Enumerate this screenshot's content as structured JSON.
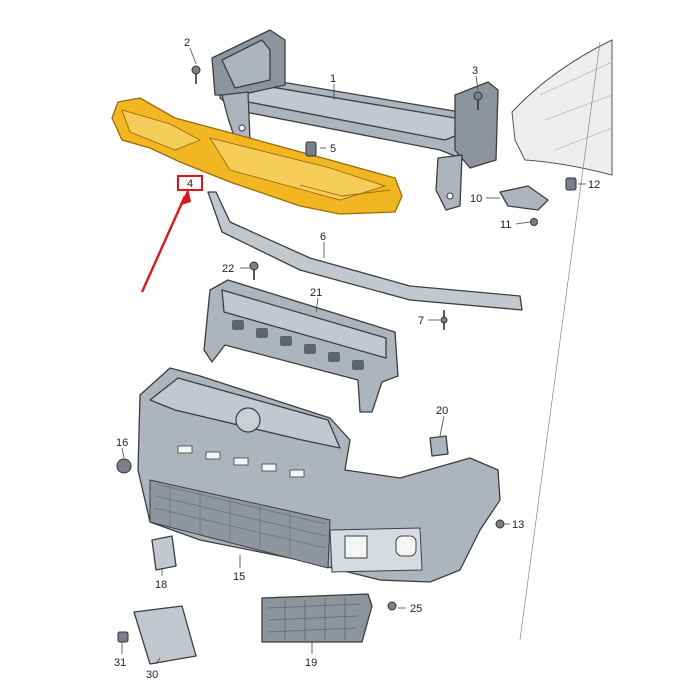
{
  "colors": {
    "highlight_part": "#f2b623",
    "highlight_part_stroke": "#9a6c0a",
    "arrow": "#e0141c",
    "parts_grey": "#aeb4bb",
    "outline": "#3a3e44"
  },
  "callouts": {
    "p1": "1",
    "p2": "2",
    "p3": "3",
    "p4": "4",
    "p5": "5",
    "p6": "6",
    "p7": "7",
    "p10": "10",
    "p11": "11",
    "p12": "12",
    "p13": "13",
    "p15": "15",
    "p16": "16",
    "p18": "18",
    "p19": "19",
    "p20": "20",
    "p21": "21",
    "p22": "22",
    "p25": "25",
    "p30": "30",
    "p31": "31"
  }
}
